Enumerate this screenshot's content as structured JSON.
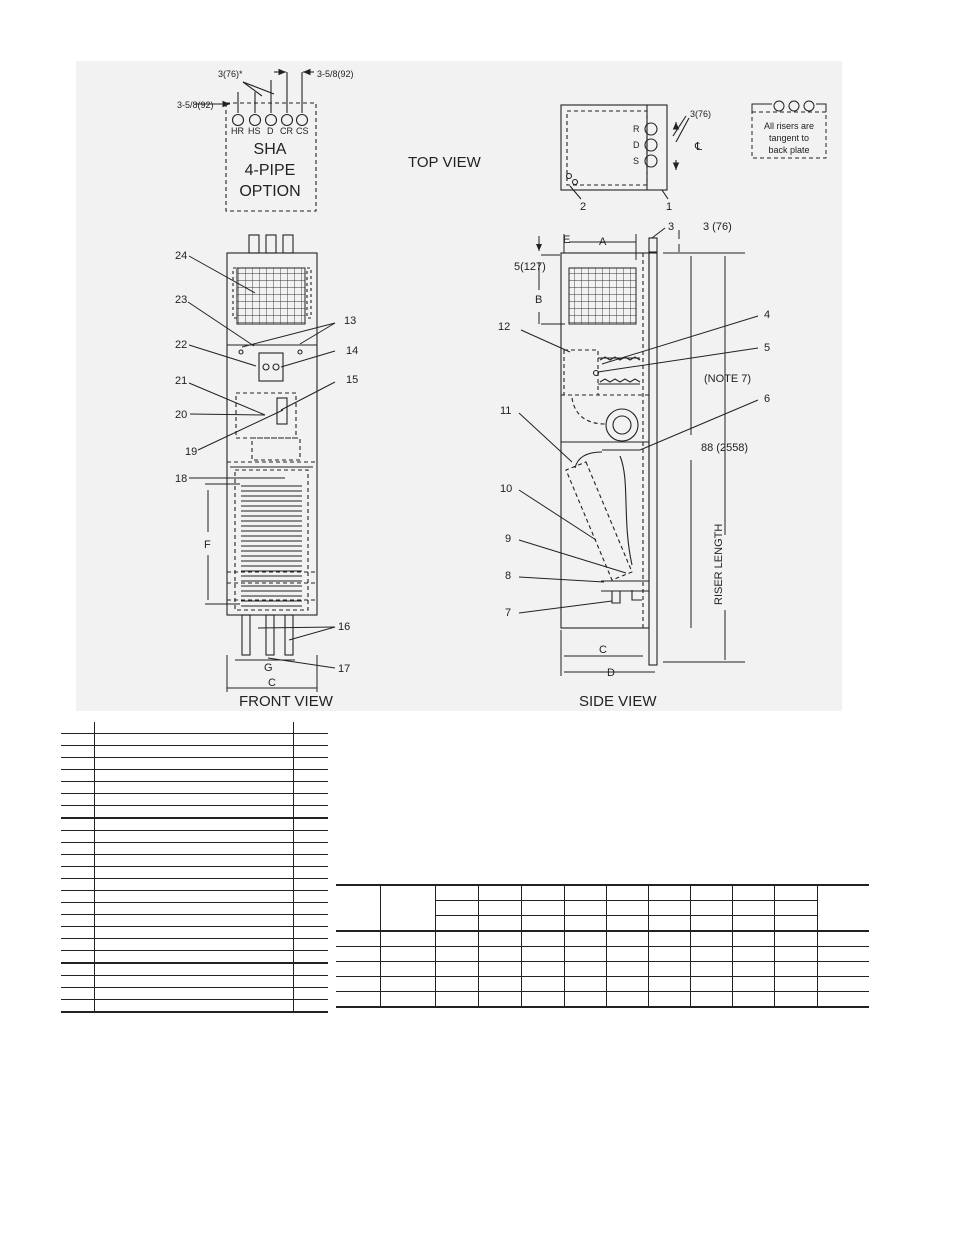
{
  "top_view": {
    "title": "TOP VIEW",
    "option_label": [
      "SHA",
      "4-PIPE",
      "OPTION"
    ],
    "riser_labels": [
      "HR",
      "HS",
      "D",
      "CR",
      "CS"
    ],
    "dim_left": "3-5/8(92)",
    "dim_top_left": "3(76)*",
    "dim_top_right": "3-5/8(92)",
    "side_riser_labels": [
      "R",
      "D",
      "S"
    ],
    "side_dim": "3(76)",
    "centerline": "℄",
    "callout_1": "1",
    "callout_2": "2",
    "note_lines": [
      "All risers are",
      "tangent to",
      "back plate"
    ]
  },
  "front_view": {
    "title": "FRONT VIEW",
    "callouts": [
      "24",
      "23",
      "13",
      "22",
      "14",
      "21",
      "15",
      "20",
      "19",
      "18",
      "16",
      "17"
    ],
    "dim_f": "F",
    "dim_g": "G",
    "dim_c": "C"
  },
  "side_view": {
    "title": "SIDE VIEW",
    "dim_a": "A",
    "dim_b": "B",
    "dim_e": "E",
    "dim_c": "C",
    "dim_d": "D",
    "dim_5": "5(127)",
    "dim_3": "3 (76)",
    "callout_3": "3",
    "callouts": [
      "12",
      "4",
      "5",
      "6",
      "11",
      "10",
      "9",
      "8",
      "7"
    ],
    "note7": "(NOTE 7)",
    "height_dim": "88 (2558)",
    "riser_length": "RISER LENGTH"
  }
}
